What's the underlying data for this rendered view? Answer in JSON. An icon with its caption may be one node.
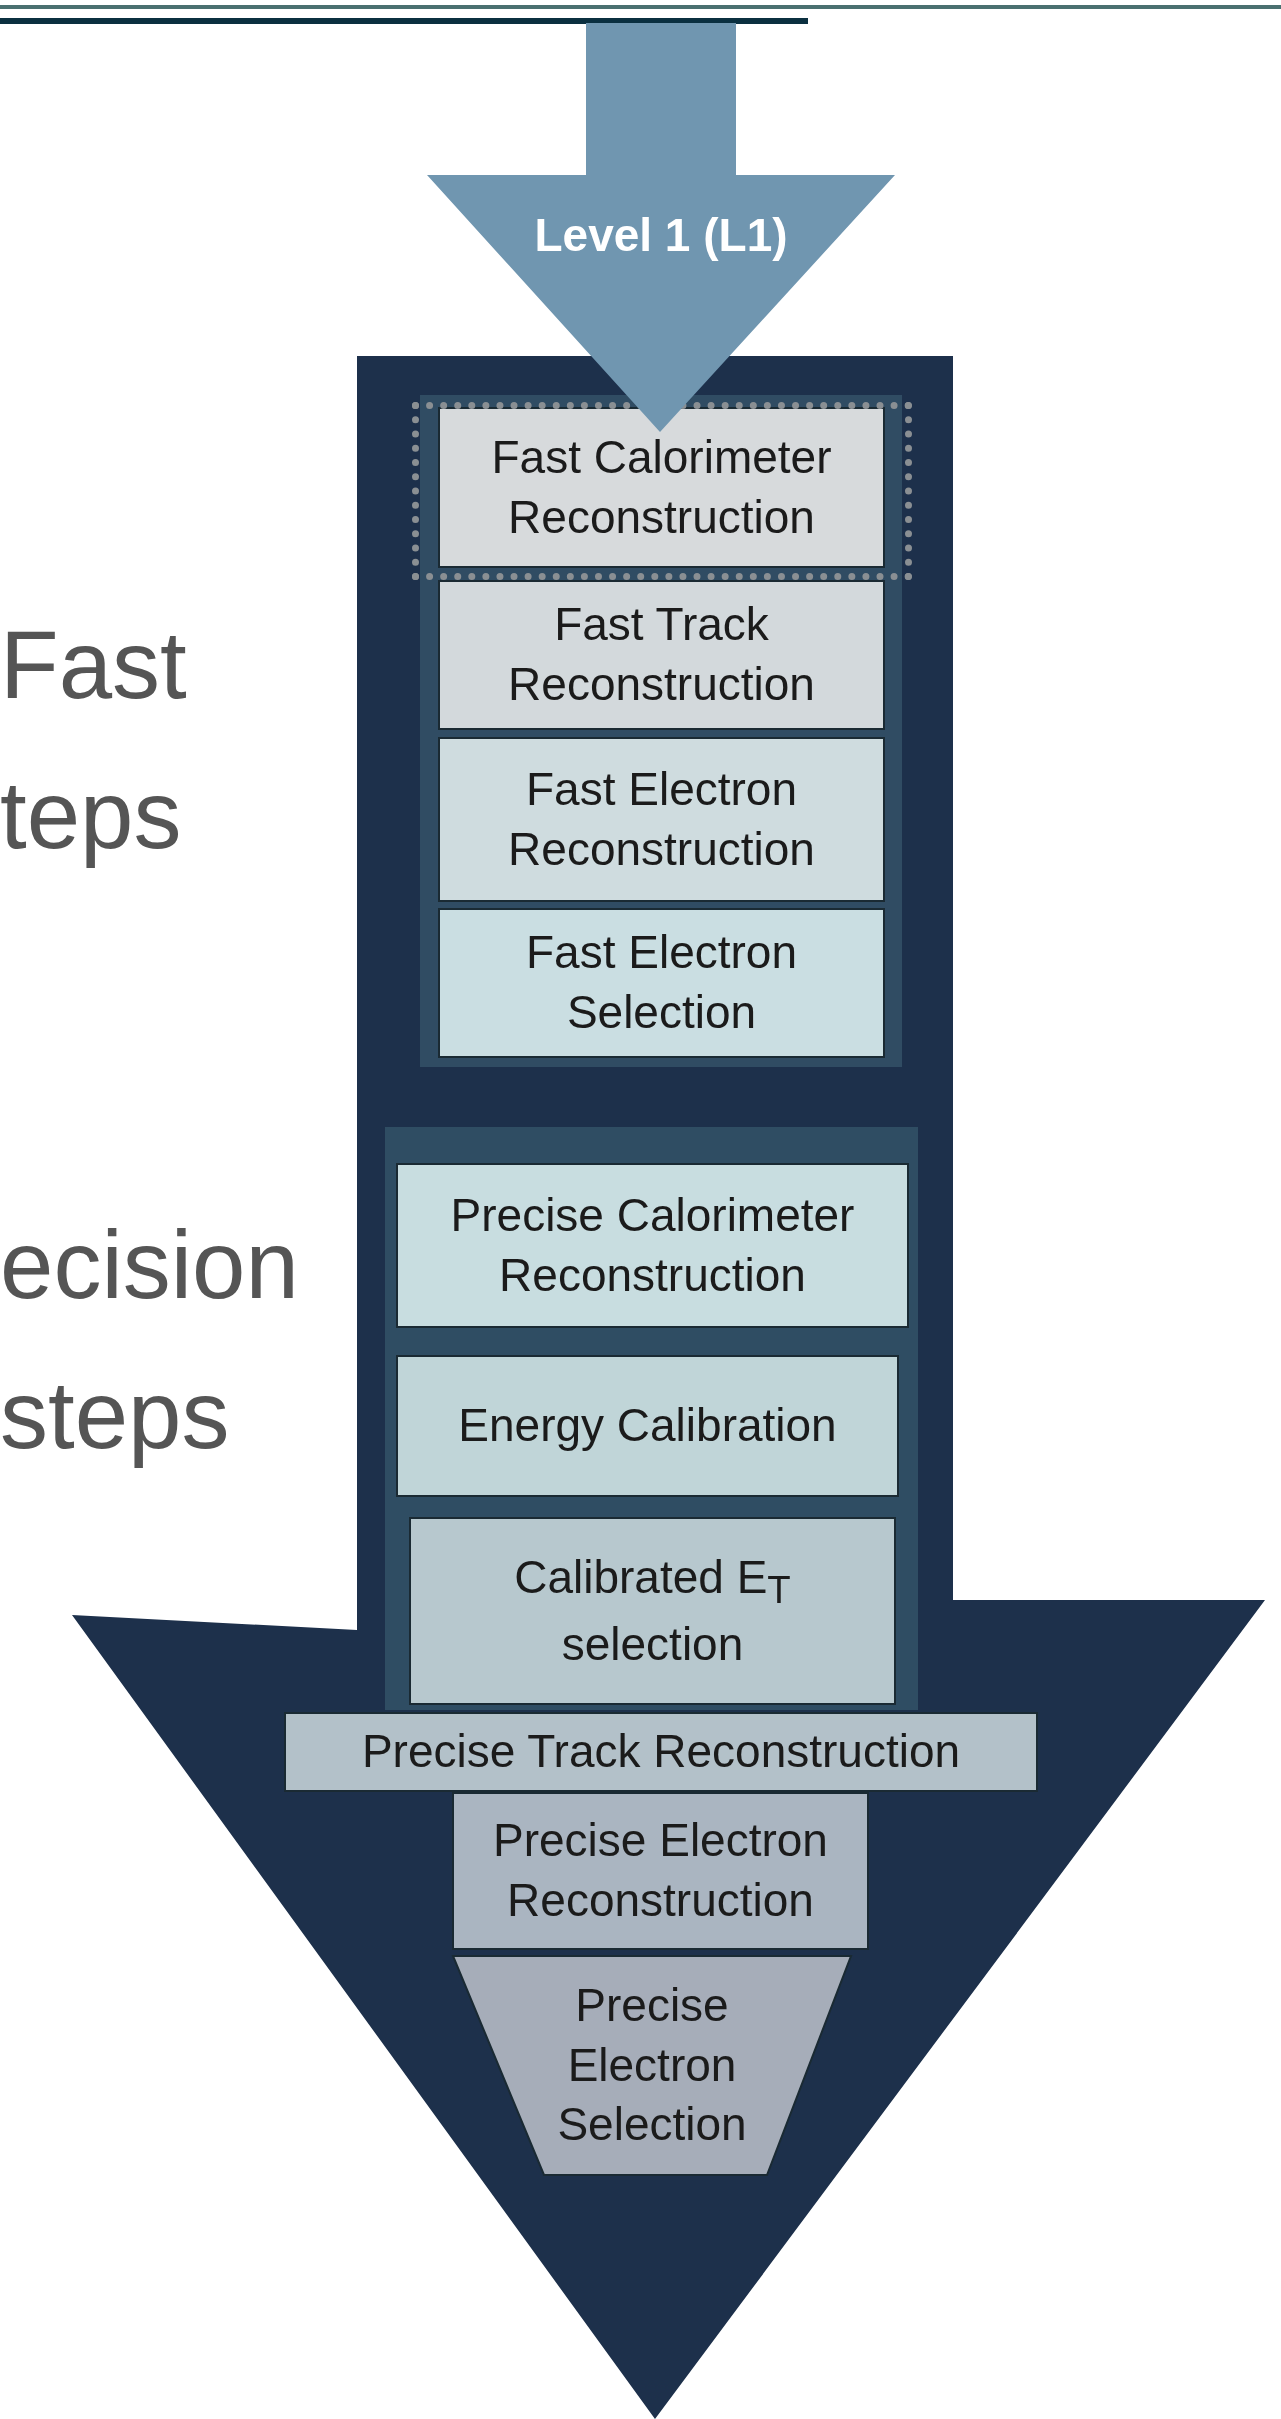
{
  "diagram": {
    "nodes": [
      {
        "text": [
          "Level 1 (L1)"
        ]
      },
      {
        "text": [],
        "shape": "arrow"
      },
      {
        "text": [],
        "shape": "box",
        "in": 1
      },
      {
        "text": [
          "Fast Calorimeter Reconstruction"
        ],
        "in": 2
      },
      {
        "text": [
          "Fast Track Reconstruction"
        ],
        "in": 2
      },
      {
        "text": [
          "Fast Electron Reconstruction"
        ],
        "in": 2
      },
      {
        "text": [
          "Fast Electron Selection"
        ],
        "in": 2
      },
      {
        "text": [],
        "shape": "box",
        "in": 1
      },
      {
        "text": [
          "Precise Calorimeter Reconstruction"
        ],
        "in": 7
      },
      {
        "text": [
          "Energy Calibration"
        ],
        "in": 7
      },
      {
        "text": [
          "Calibrated E$_{T}$ selection"
        ],
        "in": 7
      },
      {
        "text": [
          "Precise Track Reconstruction"
        ],
        "in": 1
      },
      {
        "text": [
          "Precise Electron Reconstruction"
        ],
        "in": 1
      },
      {
        "text": [
          "Precise Electron Selection"
        ],
        "in": 1
      }
    ],
    "labels": [
      "Fast teps",
      "ecision steps"
    ]
  }
}
